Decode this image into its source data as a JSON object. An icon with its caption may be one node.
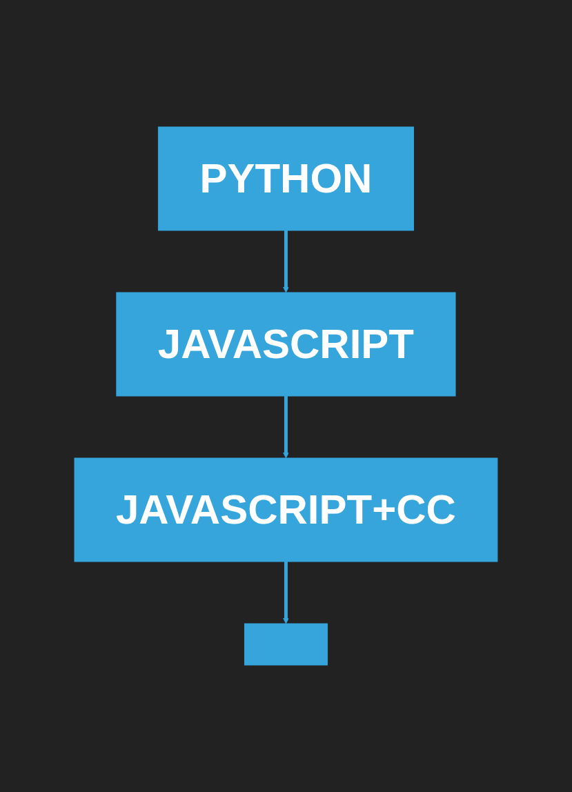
{
  "diagram": {
    "nodes": [
      {
        "text": [
          "PYTHON"
        ]
      },
      {
        "text": [
          "JAVASCRIPT"
        ]
      },
      {
        "text": [
          "JAVASCRIPT+CC"
        ]
      },
      {
        "text": [],
        "shape": "box"
      }
    ],
    "edges": [
      {
        "from": 0,
        "to": 1,
        "arrow": "to"
      },
      {
        "from": 1,
        "to": 2,
        "arrow": "to"
      },
      {
        "from": 2,
        "to": 3,
        "arrow": "to"
      }
    ]
  }
}
